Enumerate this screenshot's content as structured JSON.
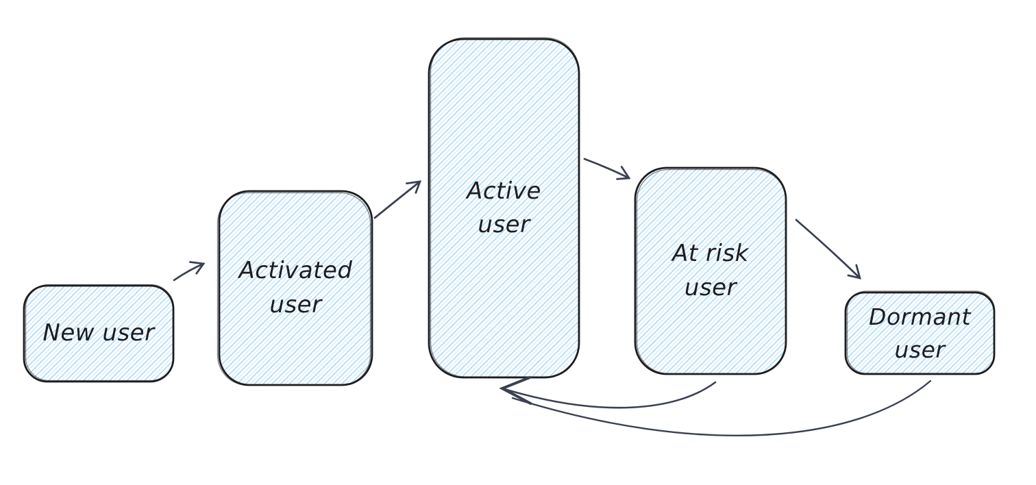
{
  "diagram": {
    "nodes": [
      {
        "id": "new-user",
        "label": "New user"
      },
      {
        "id": "activated-user",
        "label": "Activated\nuser"
      },
      {
        "id": "active-user",
        "label": "Active\nuser"
      },
      {
        "id": "at-risk-user",
        "label": "At risk\nuser"
      },
      {
        "id": "dormant-user",
        "label": "Dormant\nuser"
      }
    ],
    "edges": [
      {
        "from": "new-user",
        "to": "activated-user",
        "style": "straight-arrow"
      },
      {
        "from": "activated-user",
        "to": "active-user",
        "style": "straight-arrow"
      },
      {
        "from": "active-user",
        "to": "at-risk-user",
        "style": "straight-arrow"
      },
      {
        "from": "at-risk-user",
        "to": "dormant-user",
        "style": "straight-arrow"
      },
      {
        "from": "at-risk-user",
        "to": "active-user",
        "style": "curved-return-arrow"
      },
      {
        "from": "dormant-user",
        "to": "active-user",
        "style": "curved-return-arrow"
      }
    ],
    "colors": {
      "background": "#ffffff",
      "node_fill_hatch": "#a5d8ff",
      "node_stroke": "#1e1e1e",
      "arrow_stroke": "#3a4150",
      "text": "#1c1e21"
    }
  }
}
